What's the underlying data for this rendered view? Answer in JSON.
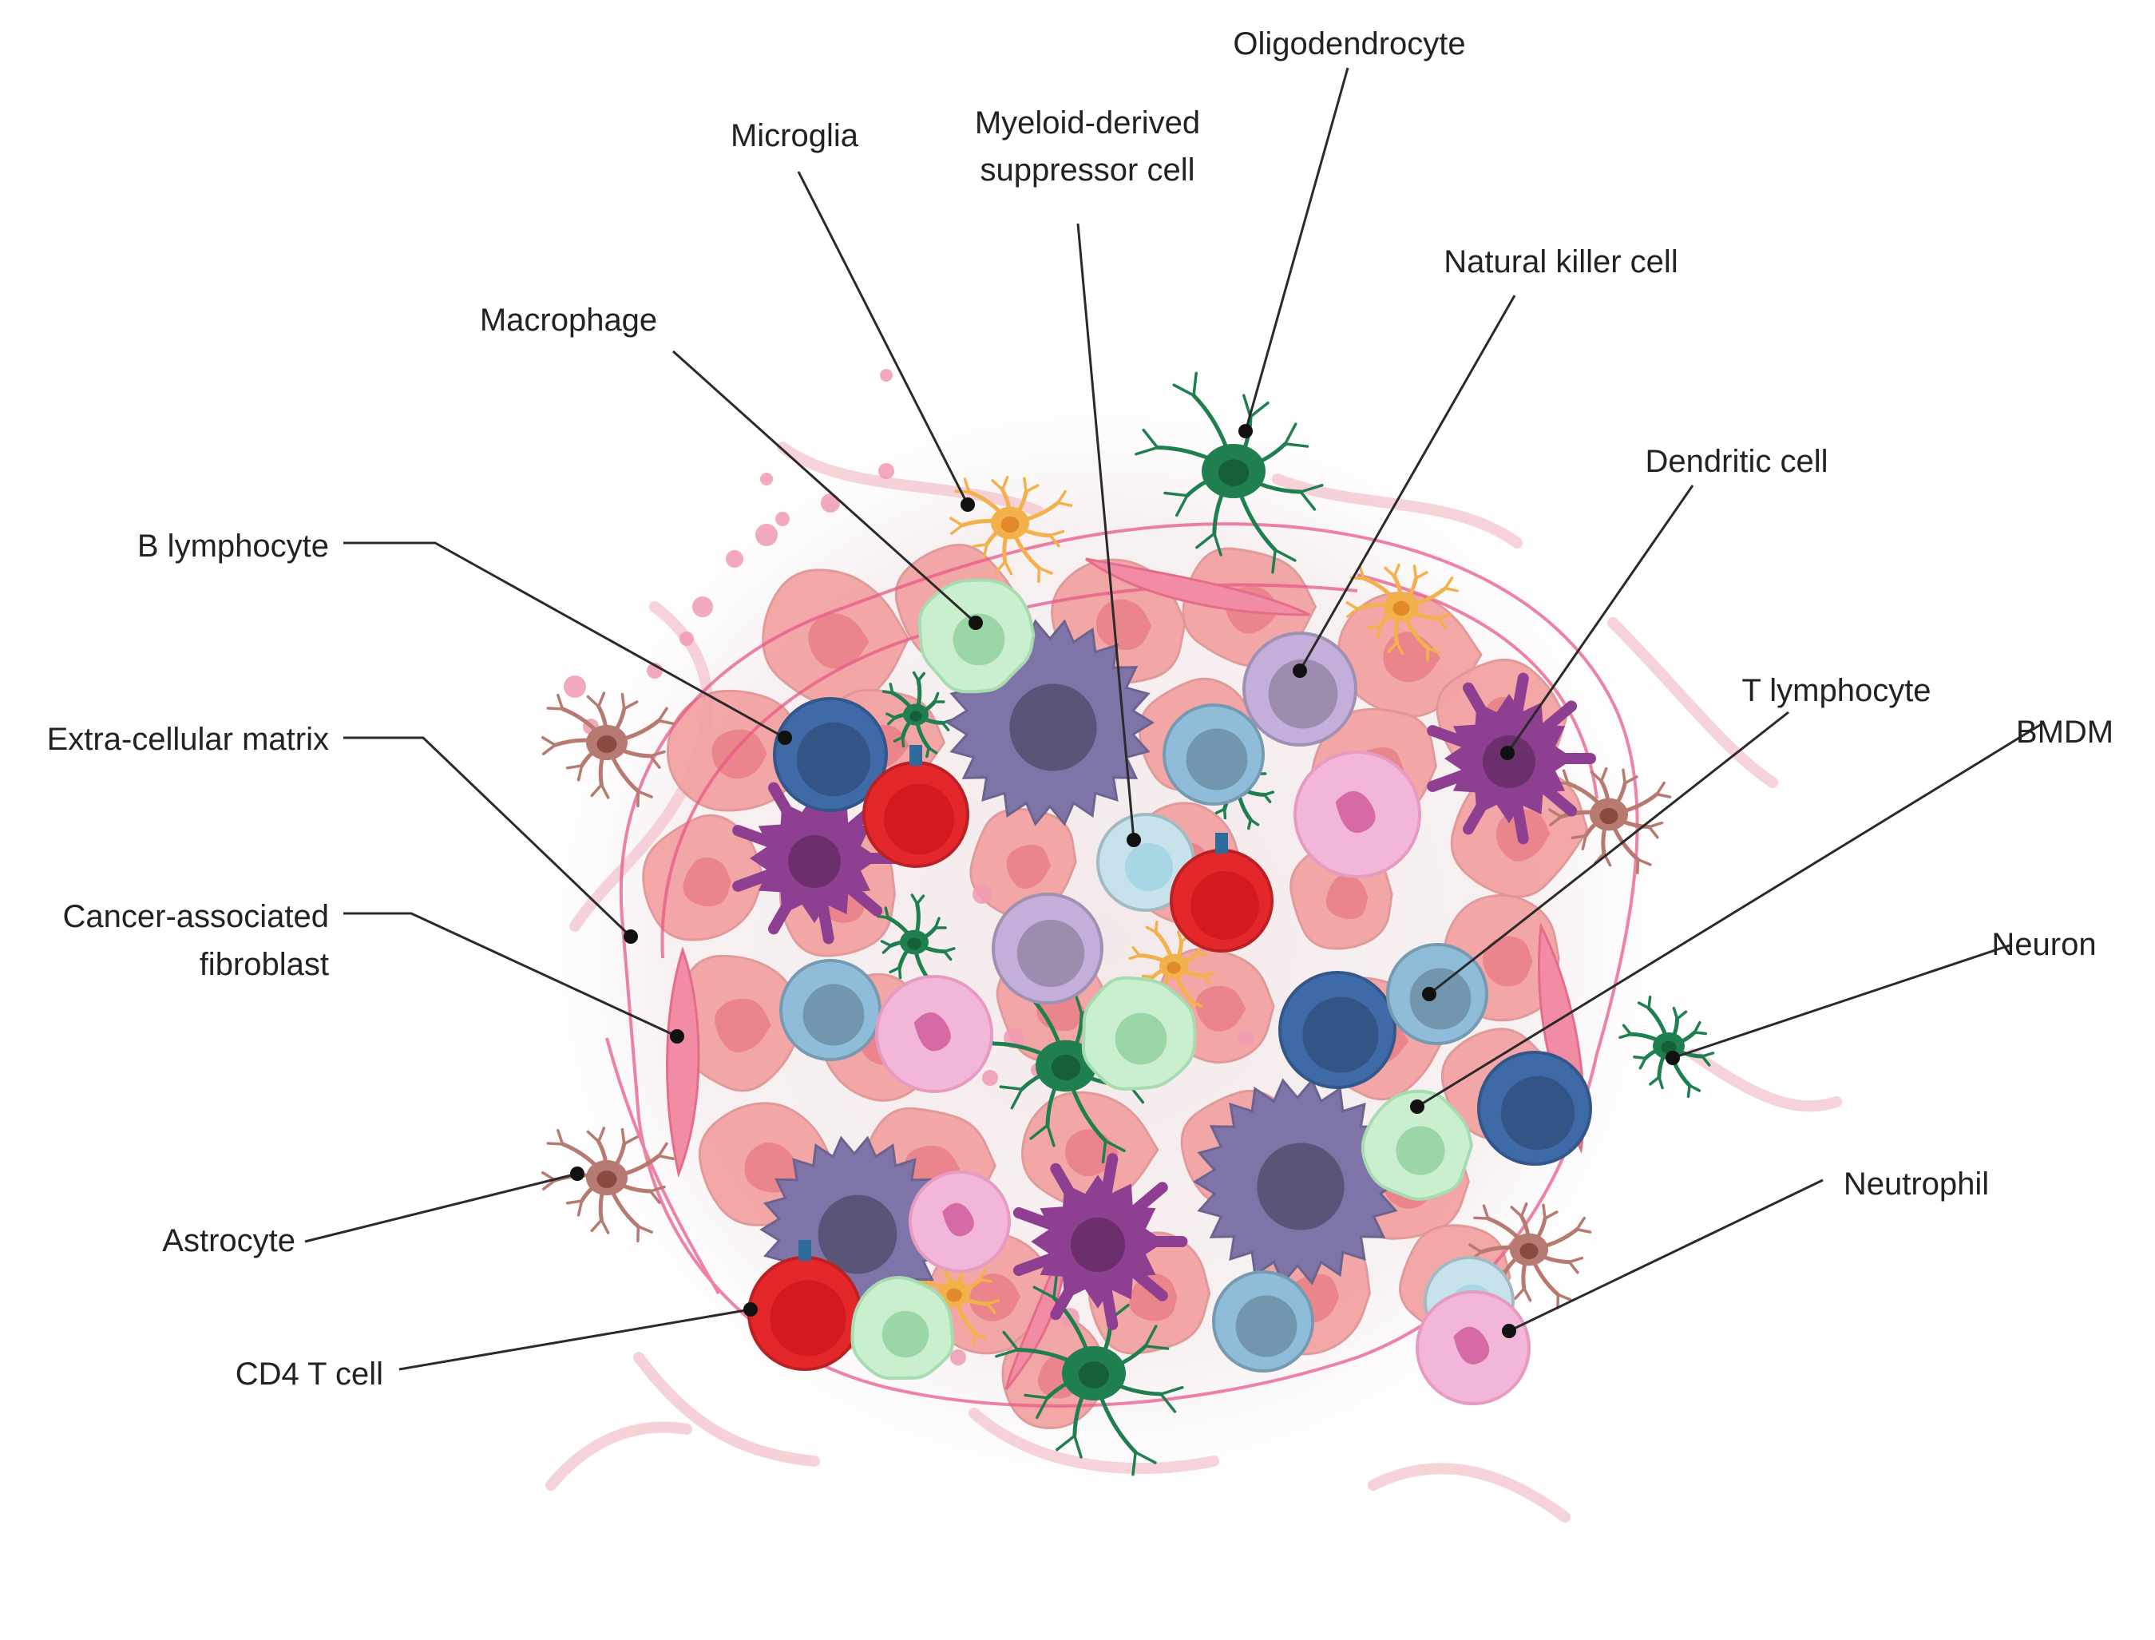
{
  "labels": {
    "oligodendrocyte": "Oligodendrocyte",
    "microglia": "Microglia",
    "mdsc_line1": "Myeloid-derived",
    "mdsc_line2": "suppressor cell",
    "natural_killer": "Natural killer cell",
    "macrophage": "Macrophage",
    "dendritic": "Dendritic cell",
    "b_lymphocyte": "B lymphocyte",
    "t_lymphocyte": "T lymphocyte",
    "ecm": "Extra-cellular matrix",
    "bmdm": "BMDM",
    "caf_line1": "Cancer-associated",
    "caf_line2": "fibroblast",
    "neuron": "Neuron",
    "neutrophil": "Neutrophil",
    "astrocyte": "Astrocyte",
    "cd4_t_cell": "CD4 T cell"
  },
  "colors": {
    "tumor_cell": "#f3a3a3",
    "tumor_nucleus": "#e87f86",
    "b_cell": "#3f6aa8",
    "t_cell": "#8fbcd8",
    "cd4_t_cell": "#e4272a",
    "macrophage": "#c9efcf",
    "mdsc": "#c6e3ec",
    "nk_cell": "#c3afd9",
    "dendritic": "#8f3f92",
    "microglia_mdsc_spiky": "#7f74a8",
    "neutrophil": "#f2b7d8",
    "astrocyte": "#b67a70",
    "oligodendrocyte": "#1f7f4f",
    "microglia_orange": "#f2b14b",
    "ecm": "#e85a87",
    "fibroblast": "#f28ca4"
  }
}
